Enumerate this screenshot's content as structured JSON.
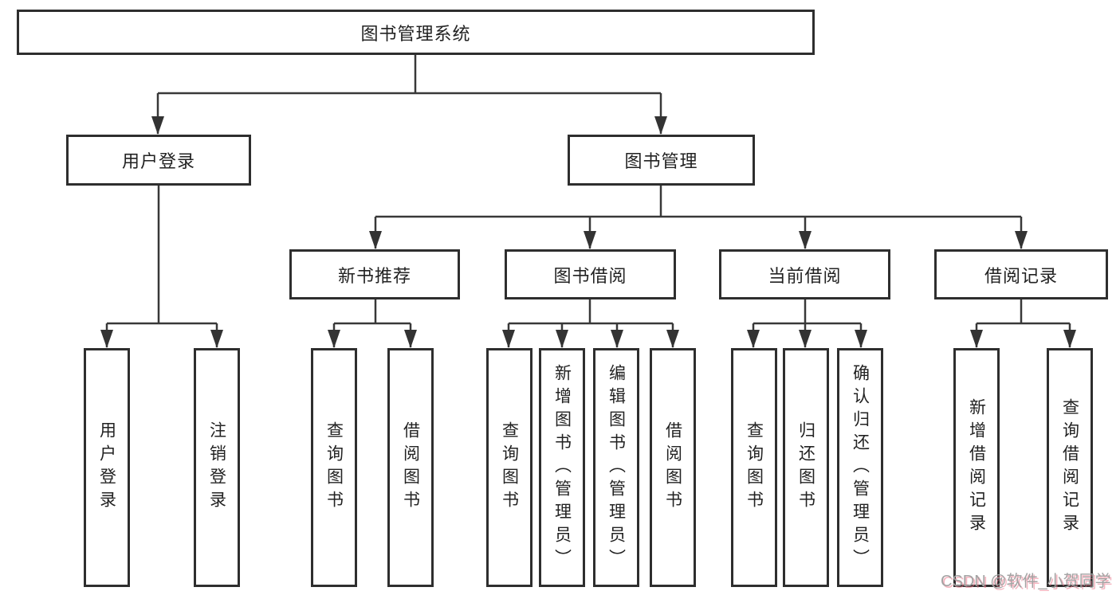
{
  "diagram": {
    "title": "图书管理系统",
    "nodes": {
      "root": {
        "label": "图书管理系统"
      },
      "level2": [
        {
          "label": "用户登录"
        },
        {
          "label": "图书管理"
        }
      ],
      "level3": [
        {
          "label": "新书推荐",
          "parent": "图书管理"
        },
        {
          "label": "图书借阅",
          "parent": "图书管理"
        },
        {
          "label": "当前借阅",
          "parent": "图书管理"
        },
        {
          "label": "借阅记录",
          "parent": "图书管理"
        }
      ],
      "leaves": [
        {
          "label": "用户登录",
          "parent": "用户登录"
        },
        {
          "label": "注销登录",
          "parent": "用户登录"
        },
        {
          "label": "查询图书",
          "parent": "新书推荐"
        },
        {
          "label": "借阅图书",
          "parent": "新书推荐"
        },
        {
          "label": "查询图书",
          "parent": "图书借阅"
        },
        {
          "label": "新增图书（管理员）",
          "parent": "图书借阅"
        },
        {
          "label": "编辑图书（管理员）",
          "parent": "图书借阅"
        },
        {
          "label": "借阅图书",
          "parent": "图书借阅"
        },
        {
          "label": "查询图书",
          "parent": "当前借阅"
        },
        {
          "label": "归还图书",
          "parent": "当前借阅"
        },
        {
          "label": "确认归还（管理员）",
          "parent": "当前借阅"
        },
        {
          "label": "新增借阅记录",
          "parent": "借阅记录"
        },
        {
          "label": "查询借阅记录",
          "parent": "借阅记录"
        }
      ]
    },
    "colors": {
      "background": "#ffffff",
      "box_border": "#2e2e2e",
      "line": "#383838",
      "text": "#222222",
      "watermark_text": "#a3a3a3",
      "watermark_shadow": "#eb788c"
    }
  },
  "watermark": {
    "text": "CSDN @软件_小贺同学"
  }
}
